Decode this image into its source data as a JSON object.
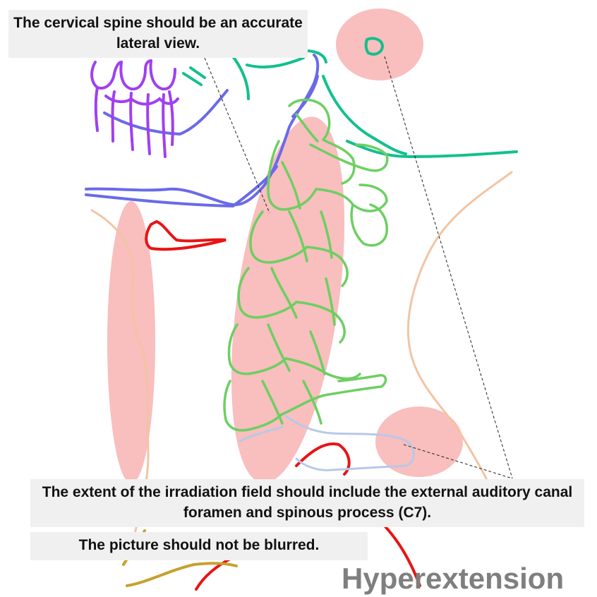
{
  "annotations": {
    "lateral_view": "The cervical spine should be an accurate lateral view.",
    "irradiation_field": "The extent of the irradiation field should include the external auditory canal foramen and spinous process (C7).",
    "not_blurred": "The picture should not be blurred."
  },
  "view_label": "Hyperextension",
  "colors": {
    "highlight": "#f7a8a8",
    "vertebrae": "#6dcf62",
    "mandible": "#6a6ae8",
    "teeth": "#a040f0",
    "skull_base": "#12c08e",
    "soft_tissue": "#f2c4a4",
    "red_structure": "#e81414",
    "clavicle": "#c8a030",
    "shoulder": "#b8c8e8"
  }
}
